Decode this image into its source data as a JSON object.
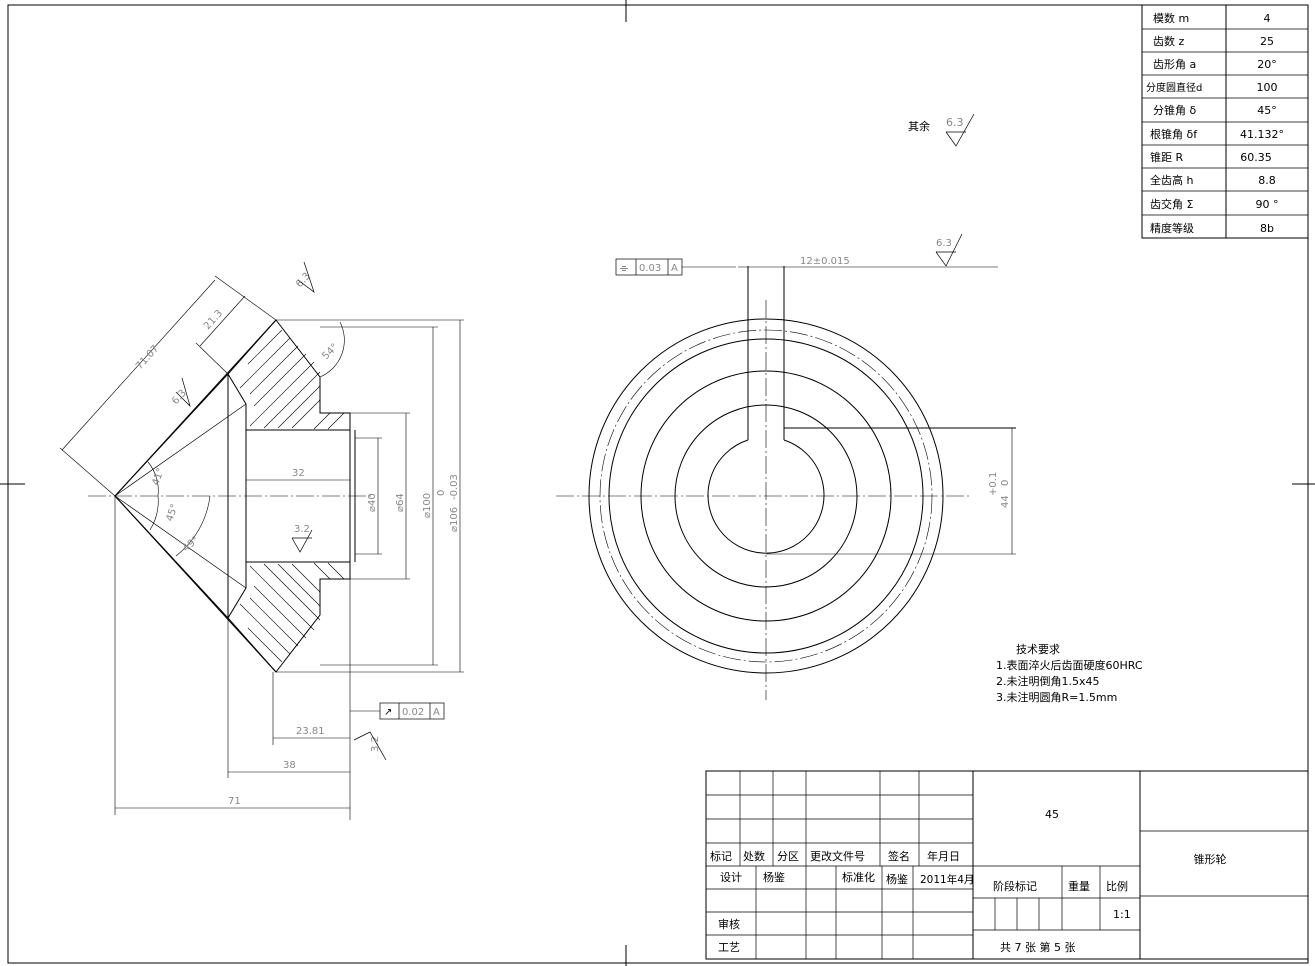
{
  "params": [
    {
      "label": "模数  m",
      "value": "4"
    },
    {
      "label": "齿数  z",
      "value": "25"
    },
    {
      "label": "齿形角 a",
      "value": "20°"
    },
    {
      "label": "分度圆直径d",
      "value": "100"
    },
    {
      "label": "分锥角 δ",
      "value": "45°"
    },
    {
      "label": "根锥角 δf",
      "value": "41.132°"
    },
    {
      "label": "锥距   R",
      "value": "60.35"
    },
    {
      "label": "全齿高 h",
      "value": "8.8"
    },
    {
      "label": "齿交角 Σ",
      "value": "90 °"
    },
    {
      "label": "精度等级",
      "value": "8b"
    }
  ],
  "roughness": {
    "rest_label": "其余",
    "rest_value": "6.3",
    "key_value": "6.3",
    "r1": "6.3",
    "r2": "6.3",
    "bore": "3.2",
    "back": "3.2"
  },
  "tolerances": {
    "sym_symbol": "⌯",
    "sym_value": "0.03",
    "sym_datum": "A",
    "runout_symbol": "↗",
    "runout_value": "0.02",
    "runout_datum": "A"
  },
  "dims": {
    "d71_07": "71.07",
    "d21_3": "21.3",
    "a54": "54°",
    "a41": "41°",
    "a45": "45°",
    "a49": "49°",
    "d32": "32",
    "phi40": "⌀40",
    "phi64": "⌀64",
    "phi100": "⌀100",
    "phi106": "⌀106",
    "tol106_up": "0",
    "tol106_lo": "-0.03",
    "d23_81": "23.81",
    "d38": "38",
    "d71": "71",
    "key_w": "12±0.015",
    "key_h": "44",
    "key_h_up": "+0.1",
    "key_h_lo": "0"
  },
  "tech": {
    "title": "技术要求",
    "items": [
      "1.表面淬火后齿面硬度60HRC",
      "2.未注明倒角1.5x45",
      "3.未注明圆角R=1.5mm"
    ]
  },
  "titleblock": {
    "material": "45",
    "part_name": "锥形轮",
    "h_mark": "标记",
    "h_count": "处数",
    "h_zone": "分区",
    "h_doc": "更改文件号",
    "h_sign": "签名",
    "h_date": "年月日",
    "design": "设计",
    "designer": "杨鉴",
    "std": "标准化",
    "std_name": "杨鉴",
    "date": "2011年4月",
    "review": "审核",
    "process": "工艺",
    "stage": "阶段标记",
    "weight": "重量",
    "scale_label": "比例",
    "scale": "1:1",
    "sheets": "共 7 张  第 5 张"
  }
}
